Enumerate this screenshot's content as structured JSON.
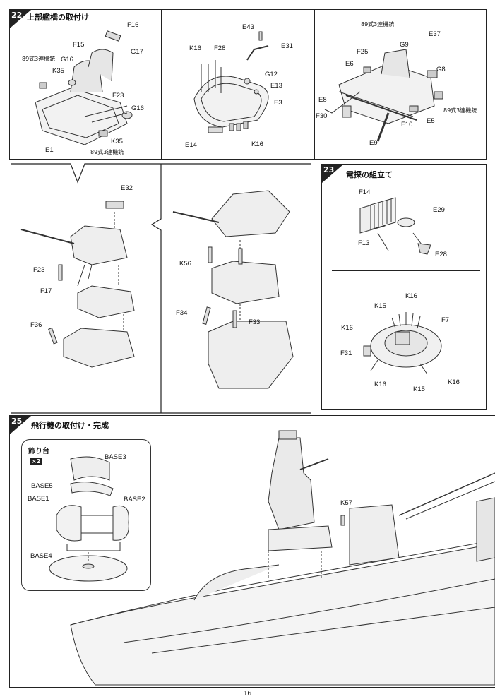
{
  "page_number": "16",
  "step22": {
    "number": "22",
    "title": "上部艦橋の取付け",
    "labels": {
      "F16": "F16",
      "F15": "F15",
      "G17": "G17",
      "G16a": "G16",
      "K35a": "K35",
      "F23": "F23",
      "G16b": "G16",
      "K35b": "K35",
      "E1": "E1",
      "gun1": "89式3連機銃",
      "gun2": "89式3連機銃",
      "E43": "E43",
      "K16a": "K16",
      "F28": "F28",
      "E31": "E31",
      "G12": "G12",
      "E13": "E13",
      "E3": "E3",
      "E14": "E14",
      "K16b": "K16",
      "E37": "E37",
      "gun3": "89式3連機銃",
      "F25": "F25",
      "G9": "G9",
      "E6": "E6",
      "G8": "G8",
      "E8": "E8",
      "F30": "F30",
      "F10": "F10",
      "E5": "E5",
      "E9": "E9",
      "gun4": "89式3連機銃"
    },
    "sub_labels": {
      "E32": "E32",
      "F23": "F23",
      "F17": "F17",
      "F36": "F36",
      "K56": "K56",
      "F34": "F34",
      "F33": "F33"
    }
  },
  "step23": {
    "number": "23",
    "title": "電探の組立て",
    "labels": {
      "F14": "F14",
      "E29": "E29",
      "F13": "F13",
      "E28": "E28",
      "K16a": "K16",
      "K15a": "K15",
      "F7": "F7",
      "K16b": "K16",
      "F31": "F31",
      "K16c": "K16",
      "K15b": "K15",
      "K16d": "K16"
    }
  },
  "step25": {
    "number": "25",
    "title": "飛行機の取付け・完成",
    "stand_title": "飾り台",
    "stand_qty": "×2",
    "labels": {
      "BASE3": "BASE3",
      "BASE5": "BASE5",
      "BASE1": "BASE1",
      "BASE2": "BASE2",
      "BASE4": "BASE4",
      "K57": "K57"
    }
  }
}
